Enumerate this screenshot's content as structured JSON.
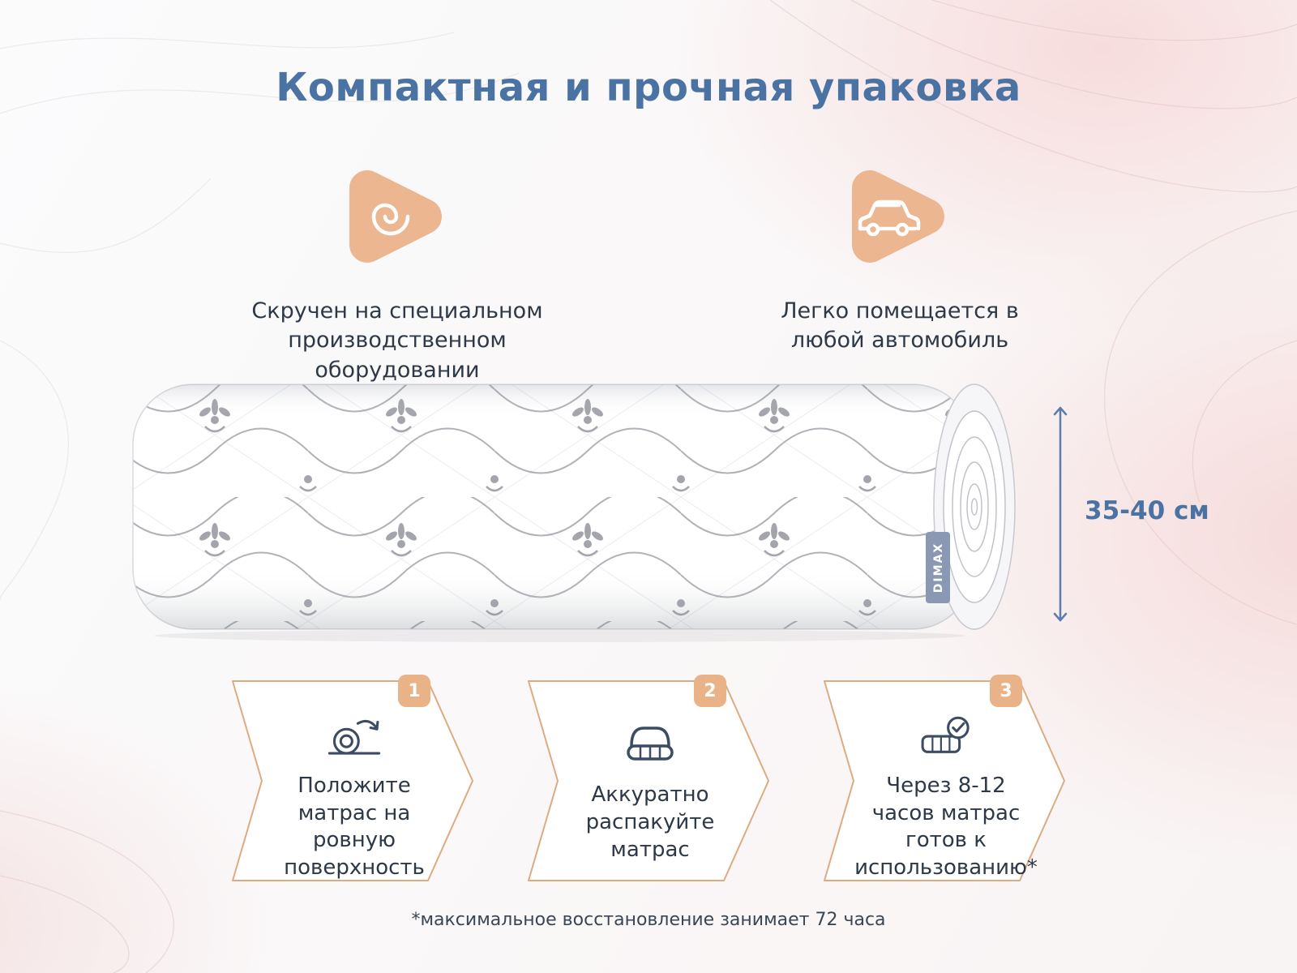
{
  "page": {
    "title": "Компактная и прочная упаковка",
    "footnote": "*максимальное восстановление занимает 72 часа"
  },
  "features": [
    {
      "icon": "spiral-roll-icon",
      "text": "Скручен на специальном производственном оборудовании"
    },
    {
      "icon": "car-icon",
      "text": "Легко помещается в любой автомобиль"
    }
  ],
  "mattress": {
    "brand_label": "DIMAX",
    "height_label": "35-40 см"
  },
  "steps": [
    {
      "number": "1",
      "icon": "place-mattress-icon",
      "text": "Положите матрас на ровную поверхность"
    },
    {
      "number": "2",
      "icon": "unpack-mattress-icon",
      "text": "Аккуратно распакуйте матрас"
    },
    {
      "number": "3",
      "icon": "mattress-ready-icon",
      "text": "Через 8-12 часов матрас готов к использованию*"
    }
  ],
  "colors": {
    "accent_blue": "#4a73a4",
    "peach": "#ecb690",
    "step_border": "#dcab80",
    "text_dark": "#2e3947",
    "tag_blue": "#8a98b4"
  }
}
